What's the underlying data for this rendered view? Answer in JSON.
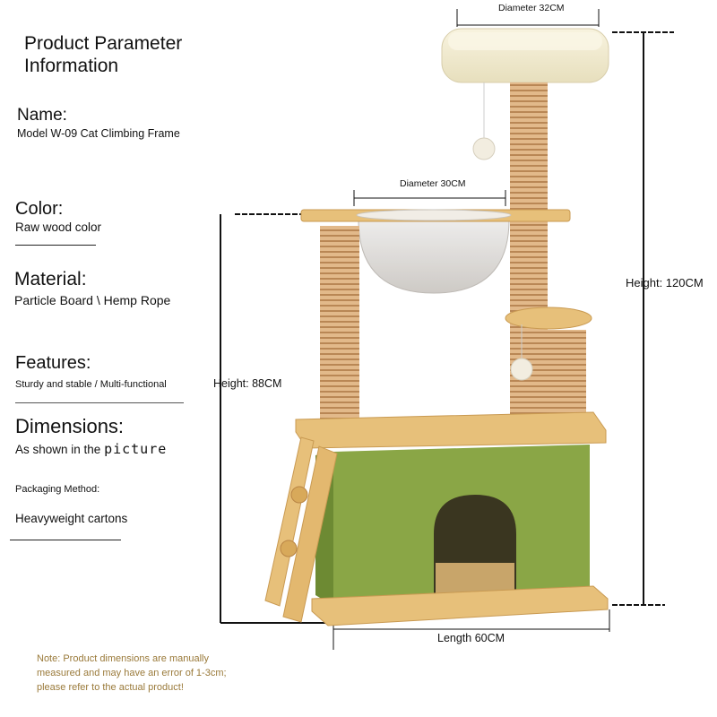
{
  "title_line1": "Product Parameter",
  "title_line2": "Information",
  "name": {
    "label": "Name:",
    "value": "Model W-09 Cat Climbing Frame"
  },
  "color": {
    "label": "Color:",
    "value": "Raw wood color"
  },
  "material": {
    "label": "Material:",
    "value": "Particle Board \\ Hemp Rope"
  },
  "features": {
    "label": "Features:",
    "value": "Sturdy and stable / Multi-functional"
  },
  "dimensions": {
    "label": "Dimensions:",
    "value_prefix": "As shown in the ",
    "value_word": "picture"
  },
  "packaging": {
    "label": "Packaging Method:",
    "value": "Heavyweight cartons"
  },
  "note": {
    "line1": "Note: Product dimensions are manually",
    "line2": "measured and may have an error of 1-3cm;",
    "line3": "please refer to the actual product!"
  },
  "measurements": {
    "top_diameter": "Diameter 32CM",
    "bowl_diameter": "Diameter 30CM",
    "total_height": "Height: 120CM",
    "mid_height": "Height: 88CM",
    "length": "Length 60CM"
  },
  "colors": {
    "wood": "#e7c07a",
    "wood_dark": "#c99a52",
    "rope": "#e2b98a",
    "rope_line": "#b98755",
    "green": "#8aa646",
    "green_dark": "#6d8a33",
    "plush": "#f3ecd0",
    "note_text": "#9a7a3a"
  }
}
